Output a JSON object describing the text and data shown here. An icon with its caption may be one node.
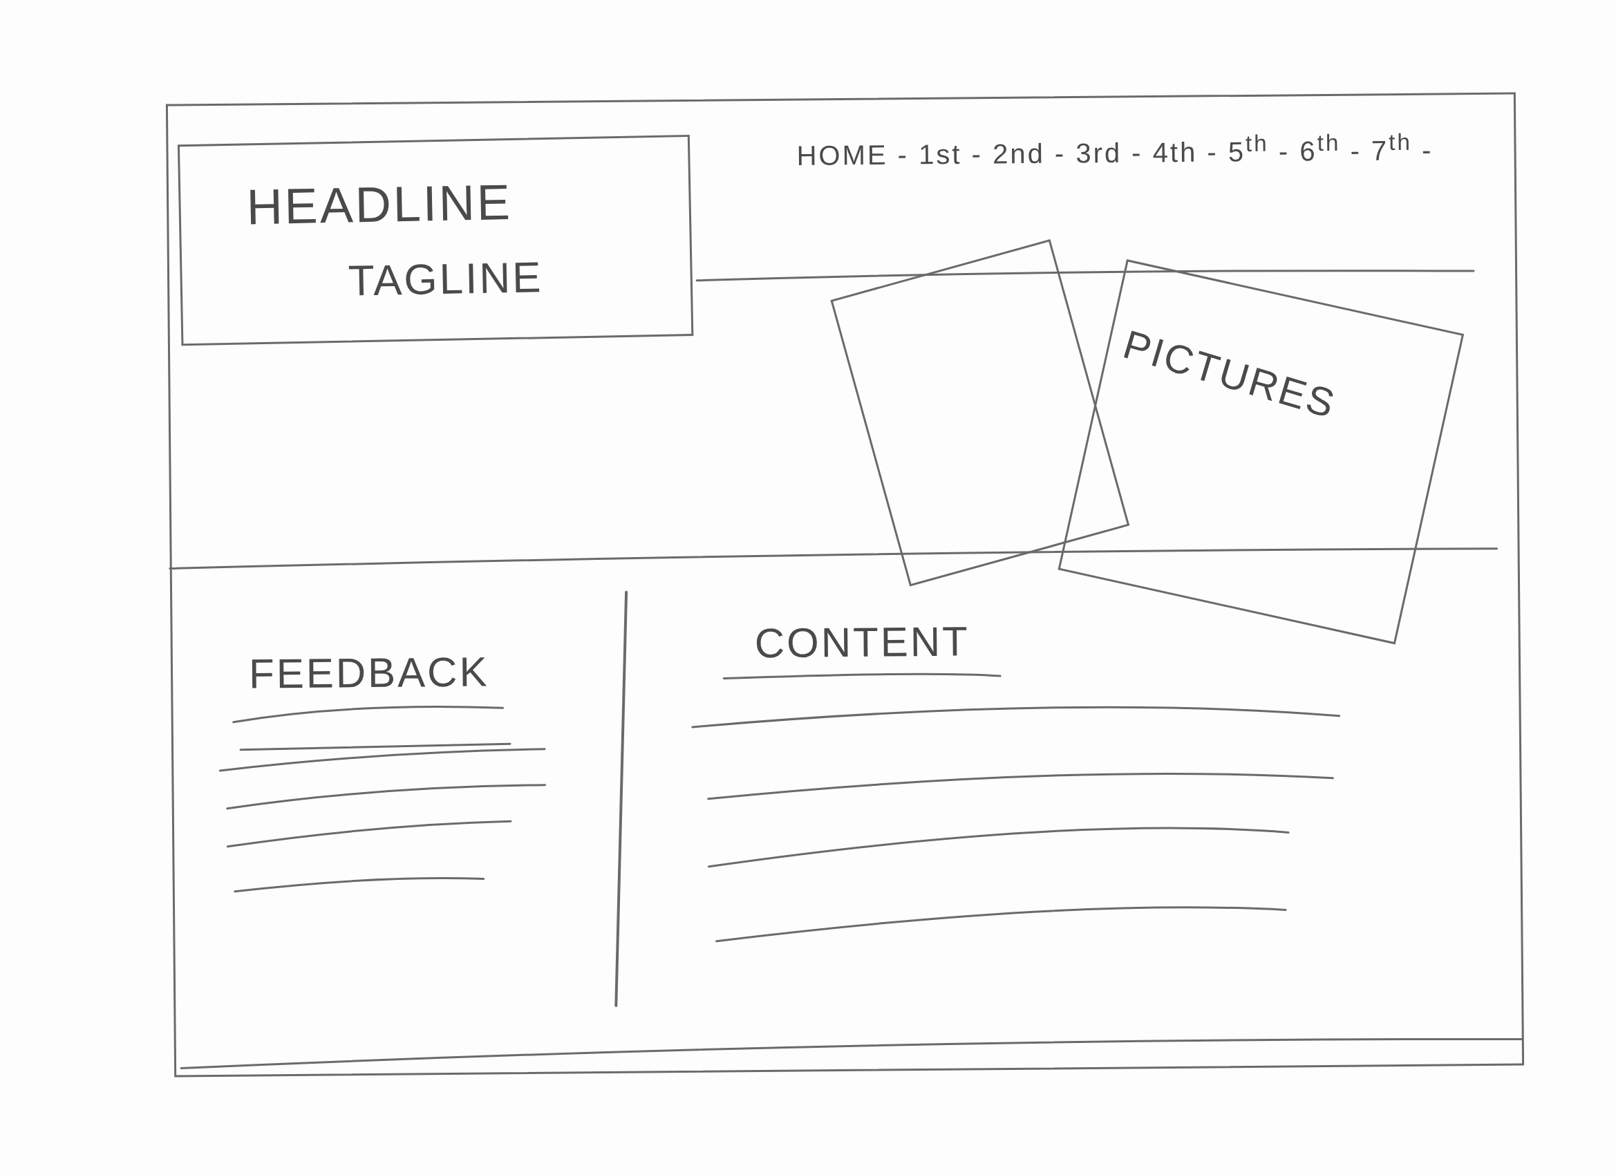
{
  "diagram": {
    "nodes": [
      {
        "text": [],
        "shape": "box"
      },
      {
        "text": [
          "HEADLINE",
          "TAGLINE"
        ],
        "in": 0
      },
      {
        "text": [],
        "shape": "box",
        "in": 0
      },
      {
        "text": [
          "PICTURES"
        ],
        "in": 0
      }
    ],
    "edges": [],
    "labels": [
      "HOME - 1st - 2nd - 3rd - 4th - 5$^{th}$ - 6$^{th}$ - 7$^{th}$ -",
      "FEEDBACK",
      "CONTENT"
    ]
  }
}
